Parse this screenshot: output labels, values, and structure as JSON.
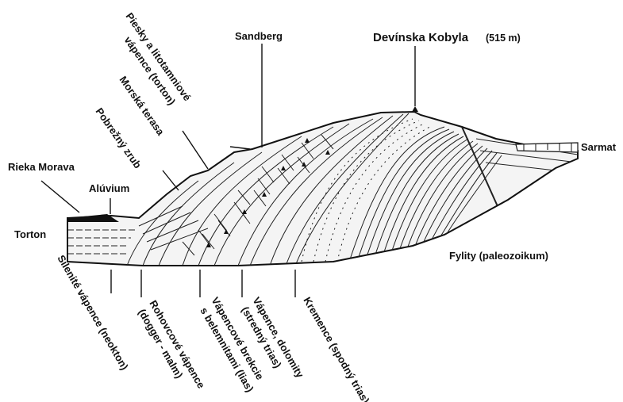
{
  "labels": {
    "summit_name": "Devínska Kobyla",
    "summit_height": "(515 m)",
    "sandberg": "Sandberg",
    "piesky_line1": "Piesky a litotamniové",
    "piesky_line2": "vápence (torton)",
    "morska_terasa": "Morská terasa",
    "pobrezny_zrub": "Pobrežný zrub",
    "rieka_morava": "Rieka Morava",
    "aluvium": "Alúvium",
    "torton": "Torton",
    "sarmat": "Sarmat",
    "fylity": "Fylity (paleozoikum)",
    "silenite": "Silenité vápence (neokton)",
    "rohovcove_line1": "Rohovcové vápence",
    "rohovcove_line2": "(dogger - malm)",
    "brekcie_line1": "Vápencové brekcie",
    "brekcie_line2": "s belemnitami (lias)",
    "dolomity_line1": "Vápence, dolomity",
    "dolomity_line2": "(stredný trias)",
    "kremence": "Kremence (spodný trias)"
  }
}
